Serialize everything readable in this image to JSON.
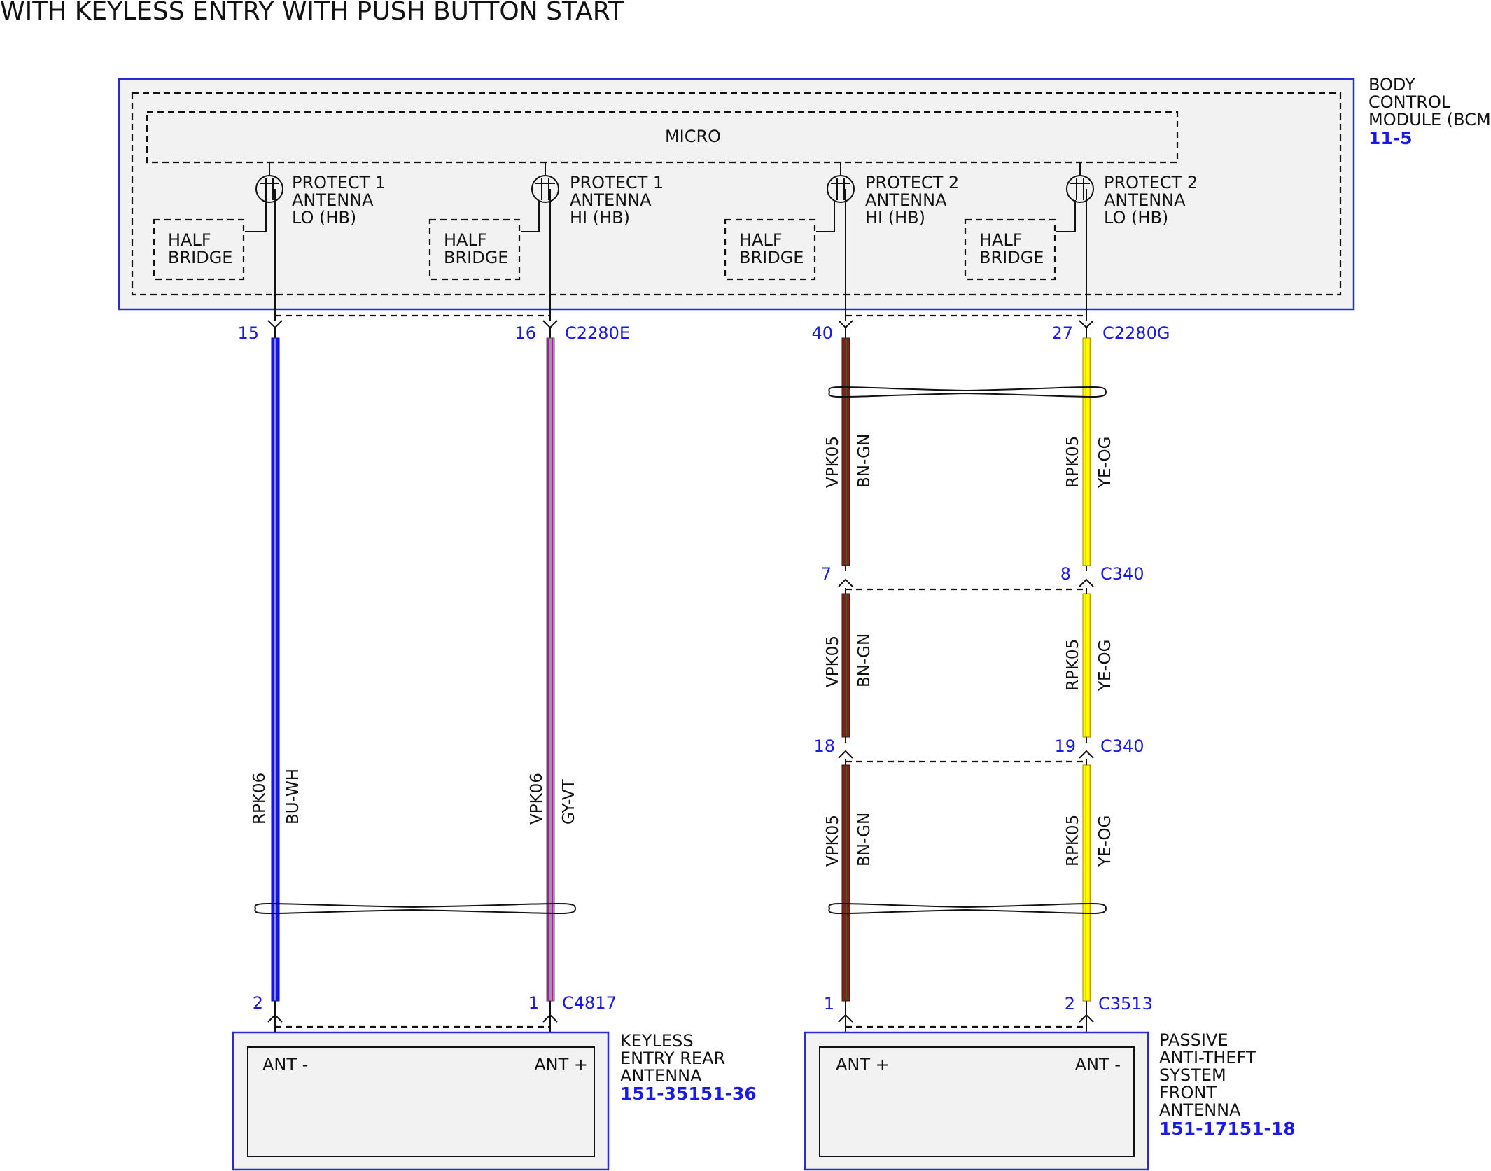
{
  "title": "WITH KEYLESS ENTRY WITH PUSH BUTTON START",
  "bcm": {
    "name_lines": [
      "BODY",
      "CONTROL",
      "MODULE (BCM)"
    ],
    "ref": "11-5",
    "micro": "MICRO",
    "half_bridge": [
      "HALF",
      "BRIDGE"
    ],
    "outputs": [
      {
        "lines": [
          "PROTECT 1",
          "ANTENNA",
          "LO (HB)"
        ]
      },
      {
        "lines": [
          "PROTECT 1",
          "ANTENNA",
          "HI (HB)"
        ]
      },
      {
        "lines": [
          "PROTECT 2",
          "ANTENNA",
          "HI (HB)"
        ]
      },
      {
        "lines": [
          "PROTECT 2",
          "ANTENNA",
          "LO (HB)"
        ]
      }
    ]
  },
  "connectors": {
    "bcm_e": "C2280E",
    "bcm_g": "C2280G",
    "c340_a": "C340",
    "c340_b": "C340",
    "keyless": "C4817",
    "pats": "C3513"
  },
  "pins": {
    "w1_top": "15",
    "w2_top": "16",
    "w3_top": "40",
    "w4_top": "27",
    "w3_c340a": "7",
    "w4_c340a": "8",
    "w3_c340b": "18",
    "w4_c340b": "19",
    "w1_bot": "2",
    "w2_bot": "1",
    "w3_bot": "1",
    "w4_bot": "2"
  },
  "wires": [
    {
      "circuit": "RPK06",
      "color_code": "BU-WH",
      "colors": [
        "#1414e6",
        "#ffffff"
      ]
    },
    {
      "circuit": "VPK06",
      "color_code": "GY-VT",
      "colors": [
        "#9a9a9a",
        "#a020a0"
      ]
    },
    {
      "circuit": "VPK05",
      "color_code": "BN-GN",
      "colors": [
        "#8b1a1a",
        "#1e7d1e"
      ]
    },
    {
      "circuit": "RPK05",
      "color_code": "YE-OG",
      "colors": [
        "#ffff00",
        "#ff9900"
      ]
    }
  ],
  "keyless_antenna": {
    "name_lines": [
      "KEYLESS",
      "ENTRY REAR",
      "ANTENNA"
    ],
    "ref": "151-35151-36",
    "pin_left": "ANT -",
    "pin_right": "ANT +"
  },
  "pats_antenna": {
    "name_lines": [
      "PASSIVE",
      "ANTI-THEFT",
      "SYSTEM",
      "FRONT",
      "ANTENNA"
    ],
    "ref": "151-17151-18",
    "pin_left": "ANT +",
    "pin_right": "ANT -"
  },
  "colors": {
    "component_border": "#2b2bd6",
    "component_fill": "#f2f2f2",
    "pin_text": "#1a1ae6"
  }
}
